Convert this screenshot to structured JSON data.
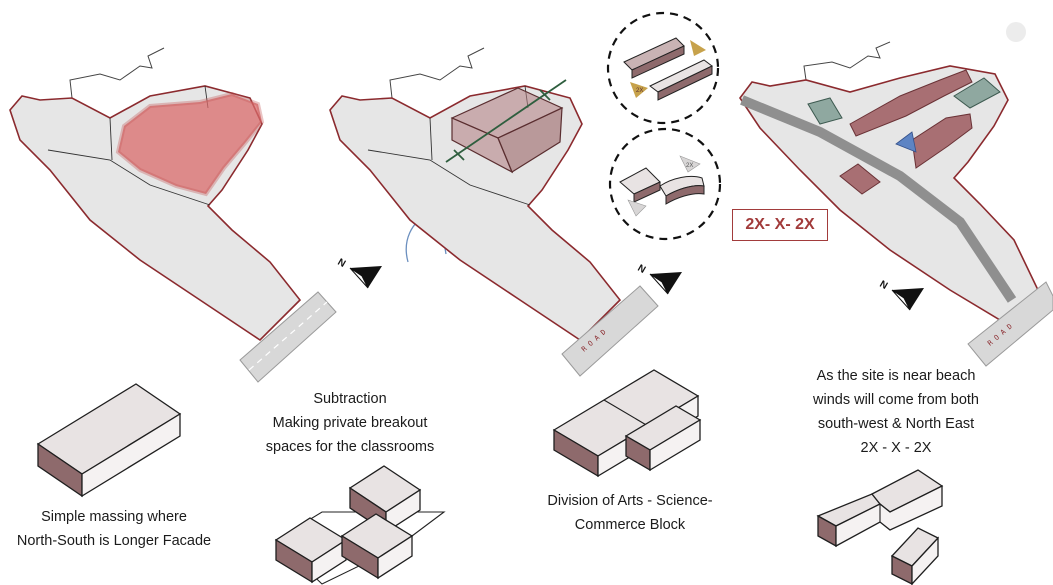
{
  "panels": [
    {
      "caption": [
        "Simple massing where",
        "North-South is Longer Facade"
      ]
    },
    {
      "caption": [
        "Subtraction",
        "Making private breakout",
        "spaces for the classrooms"
      ]
    },
    {
      "caption": [
        "Division of Arts - Science-",
        "Commerce Block"
      ]
    },
    {
      "caption": [
        "As the site is near beach",
        "winds will come from both",
        "south-west & North East",
        "2X - X - 2X"
      ]
    }
  ],
  "ratio_label": "2X- X- 2X",
  "north_label": "N",
  "road_label": "R O A D",
  "wedge_label": "2X",
  "colors": {
    "site_outline": "#8b2a2e",
    "accent": "#a23b3b",
    "wind": "#6b8fbf",
    "axis": "#2e5e3e",
    "mass_side": "#8e6a6c"
  }
}
